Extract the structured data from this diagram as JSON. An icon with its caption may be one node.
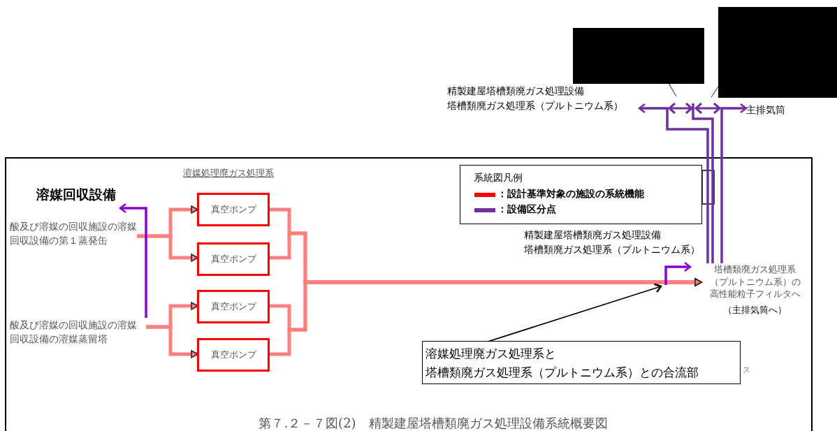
{
  "diagram": {
    "caption": "第７.２－７図(2)　精製建屋塔槽類廃ガス処理設備系統概要図",
    "nodes": [
      {
        "text": [
          "酸及び溶媒の回収施設の溶媒回収設備の第１蒸発缶"
        ]
      },
      {
        "text": [
          "酸及び溶媒の回収施設の溶媒回収設備の溶媒蒸留塔"
        ]
      },
      {
        "text": [
          "真空ポンプ"
        ]
      },
      {
        "text": [
          "真空ポンプ"
        ]
      },
      {
        "text": [
          "真空ポンプ"
        ]
      },
      {
        "text": [
          "真空ポンプ"
        ]
      },
      {
        "text": [
          "塔槽類廃ガス処理系（プルトニウム系）の高性能粒子フィルタへ",
          "（主排気筒へ）"
        ]
      },
      {
        "text": [
          "溶媒回収設備"
        ]
      },
      {
        "text": [
          "精製建屋塔槽類廃ガス処理設備",
          "塔槽類廃ガス処理系（プルトニウム系）"
        ]
      },
      {
        "text": [
          "主排気筒"
        ]
      },
      {
        "text": [],
        "shape": "box"
      },
      {
        "text": [],
        "shape": "box"
      },
      {
        "text": [
          "精製建屋塔槽類廃ガス処理設備",
          "塔槽類廃ガス処理系（プルトニウム系）"
        ]
      },
      {
        "text": [
          "溶媒処理廃ガス処理系と",
          "塔槽類廃ガス処理系（プルトニウム系）との合流部"
        ],
        "beside": [
          "ス"
        ]
      }
    ],
    "edges": [
      {
        "from": 0,
        "to": 2,
        "arrow": "to"
      },
      {
        "from": 0,
        "to": 3,
        "arrow": "to"
      },
      {
        "from": 1,
        "to": 4,
        "arrow": "to"
      },
      {
        "from": 1,
        "to": 5,
        "arrow": "to"
      },
      {
        "from": 2,
        "to": 6,
        "arrow": "to"
      },
      {
        "from": 3,
        "to": 6,
        "arrow": "to"
      },
      {
        "from": 4,
        "to": 6,
        "arrow": "to"
      },
      {
        "from": 5,
        "to": 6,
        "arrow": "to"
      },
      {
        "from": 1,
        "to": 7,
        "arrow": "to",
        "color": "#8b00d4"
      },
      {
        "from": 6,
        "to": 8,
        "arrow": "to",
        "color": "#7030a0"
      },
      {
        "from": 6,
        "to": 9,
        "arrow": "to",
        "color": "#7030a0"
      },
      {
        "from": 10,
        "to": null,
        "arrow": "none",
        "color": "#7030a0"
      },
      {
        "from": 11,
        "to": null,
        "arrow": "none",
        "color": "#7030a0"
      },
      {
        "from": null,
        "to": 12,
        "arrow": "to",
        "color": "#8b00d4"
      },
      {
        "from": 13,
        "to": null,
        "arrow": "to",
        "color": "#000000"
      },
      {
        "from": 6,
        "to": null,
        "arrow": "to",
        "color": "#7030a0"
      }
    ],
    "labels": [
      "溶媒処理廃ガス処理系",
      "系統図凡例"
    ],
    "legend": [
      {
        "text": "：設計基準対象の施設の系統機能",
        "color": "#ff0000"
      },
      {
        "text": "：設備区分点",
        "color": "#7030a0"
      }
    ]
  }
}
